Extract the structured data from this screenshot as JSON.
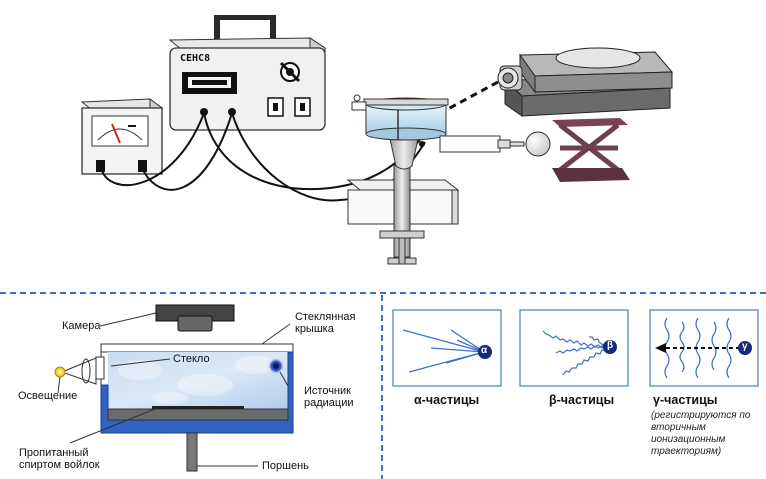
{
  "device": {
    "name": "СЕНС8"
  },
  "chamber_labels": {
    "camera": "Камера",
    "glass": "Стекло",
    "lid": [
      "Стеклянная",
      "крышка"
    ],
    "lighting": "Освещение",
    "source": [
      "Источник",
      "радиации"
    ],
    "felt": [
      "Пропитанный",
      "спиртом войлок"
    ],
    "piston": "Поршень"
  },
  "particles": [
    {
      "title": "α-частицы",
      "symbol": "α"
    },
    {
      "title": "β-частицы",
      "symbol": "β"
    },
    {
      "title": "γ-частицы",
      "symbol": "γ",
      "note": [
        "(регистрируются по",
        "вторичным",
        "ионизационным",
        "траекториям)"
      ]
    }
  ],
  "colors": {
    "divider": "#3e6ec8",
    "track": "#3f6fd0",
    "chamber_fill": "#b9d3ef",
    "alcohol": "#2f62c2",
    "particle_dot": "#152a7a",
    "particle_box_border": "#6f95d2",
    "jack": "#6e3f4f"
  }
}
